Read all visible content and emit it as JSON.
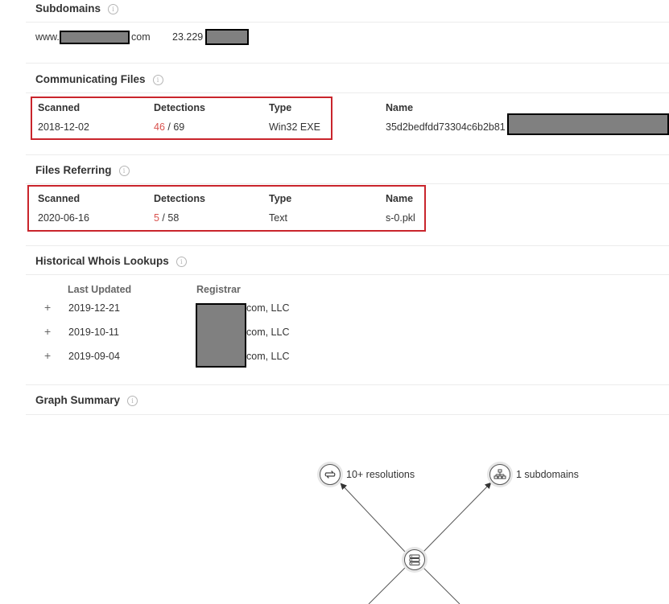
{
  "subdomains": {
    "title": "Subdomains",
    "info_icon": "info-icon",
    "domain_prefix": "www.",
    "domain_suffix": "com",
    "ip_prefix": "23.229"
  },
  "communicating_files": {
    "title": "Communicating Files",
    "headers": {
      "scanned": "Scanned",
      "detections": "Detections",
      "type": "Type",
      "name": "Name"
    },
    "row": {
      "scanned": "2018-12-02",
      "detections_hit": "46",
      "detections_rest": " / 69",
      "type": "Win32 EXE",
      "name": "35d2bedfdd73304c6b2b81"
    }
  },
  "files_referring": {
    "title": "Files Referring",
    "headers": {
      "scanned": "Scanned",
      "detections": "Detections",
      "type": "Type",
      "name": "Name"
    },
    "row": {
      "scanned": "2020-06-16",
      "detections_hit": "5",
      "detections_rest": " / 58",
      "type": "Text",
      "name": "s-0.pkl"
    }
  },
  "whois": {
    "title": "Historical Whois Lookups",
    "headers": {
      "last_updated": "Last Updated",
      "registrar": "Registrar"
    },
    "rows": [
      {
        "expand": "+",
        "date": "2019-12-21",
        "registrar_suffix": "com, LLC"
      },
      {
        "expand": "+",
        "date": "2019-10-11",
        "registrar_suffix": "com, LLC"
      },
      {
        "expand": "+",
        "date": "2019-09-04",
        "registrar_suffix": "com, LLC"
      }
    ]
  },
  "graph": {
    "title": "Graph Summary",
    "nodes": {
      "resolutions": {
        "label": "10+ resolutions",
        "icon": "resolutions-icon"
      },
      "subdomains": {
        "label": "1 subdomains",
        "icon": "sitemap-icon"
      },
      "center": {
        "icon": "server-icon"
      }
    }
  },
  "colors": {
    "highlight_box": "#c9252c",
    "detection_hit": "#d9534f",
    "redaction": "#808080"
  }
}
